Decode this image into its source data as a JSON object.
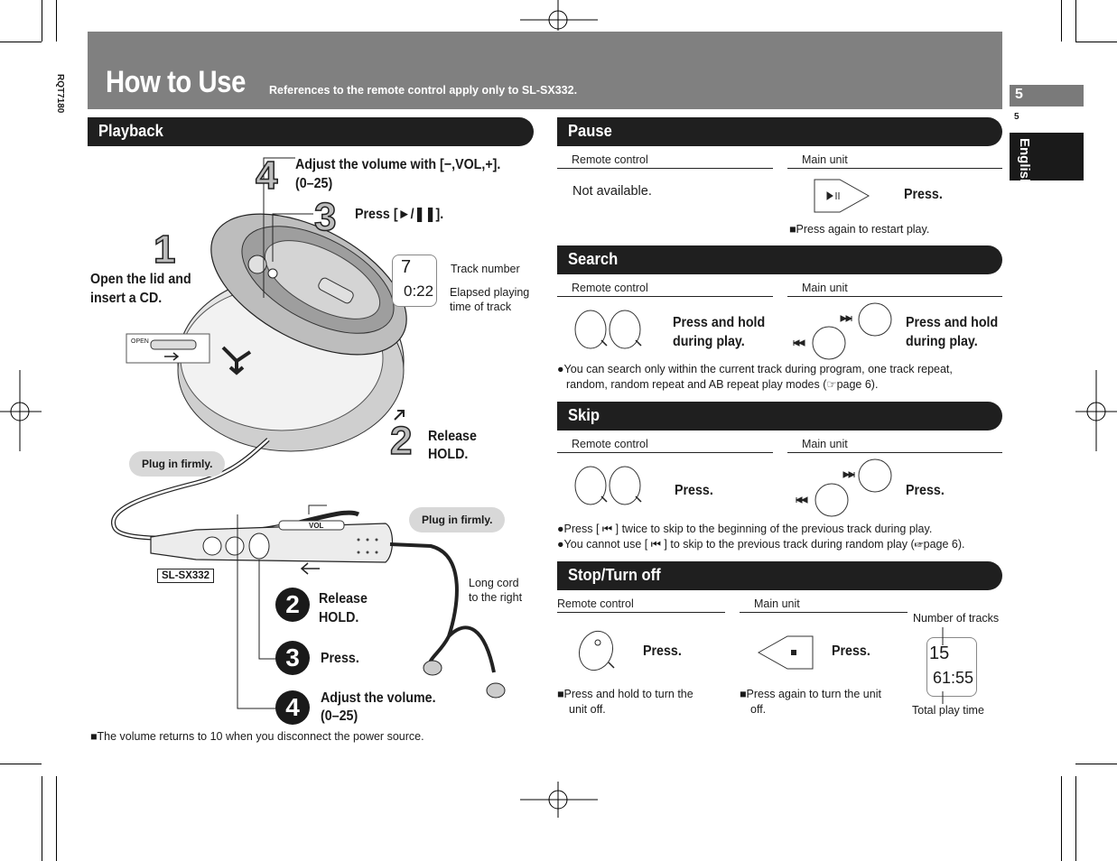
{
  "header": {
    "title": "How to Use",
    "subtitle": "References to the remote control apply only to SL-SX332.",
    "doc_id": "RQT7180"
  },
  "side": {
    "page_number": "5",
    "page_number_small": "5",
    "language": "English"
  },
  "playback": {
    "heading": "Playback",
    "step1_num": "1",
    "step1_text_l1": "Open the lid and",
    "step1_text_l2": "insert a CD.",
    "step2_num": "2",
    "step2_text_l1": "Release",
    "step2_text_l2": "HOLD.",
    "step3_num": "3",
    "step3_text": "Press [►/❚❚].",
    "step4_num": "4",
    "step4_text_l1": "Adjust the volume with [−,VOL,+].",
    "step4_text_l2": "(0–25)",
    "lcd_track": "7",
    "lcd_time": "0:22",
    "track_number_label": "Track number",
    "elapsed_label_l1": "Elapsed playing",
    "elapsed_label_l2": "time of track",
    "open_label": "OPEN",
    "plug_firmly_1": "Plug in firmly.",
    "plug_firmly_2": "Plug in firmly.",
    "vol_label": "VOL",
    "model_label": "SL-SX332",
    "cord_label_l1": "Long cord",
    "cord_label_l2": "to the right",
    "r_step2_num": "2",
    "r_step2_l1": "Release",
    "r_step2_l2": "HOLD.",
    "r_step3_num": "3",
    "r_step3_text": "Press.",
    "r_step4_num": "4",
    "r_step4_l1": "Adjust the volume.",
    "r_step4_l2": "(0–25)",
    "footnote": "■The volume returns to 10 when you disconnect the power source."
  },
  "pause": {
    "heading": "Pause",
    "remote_label": "Remote control",
    "main_label": "Main unit",
    "remote_text": "Not available.",
    "main_text": "Press.",
    "note": "■Press again to restart play."
  },
  "search": {
    "heading": "Search",
    "remote_label": "Remote control",
    "main_label": "Main unit",
    "remote_text_l1": "Press and hold",
    "remote_text_l2": "during play.",
    "main_text_l1": "Press and hold",
    "main_text_l2": "during play.",
    "note_l1": "●You can search only within the current track during program, one track repeat,",
    "note_l2": "random, random repeat and AB repeat play modes (☞page 6)."
  },
  "skip": {
    "heading": "Skip",
    "remote_label": "Remote control",
    "main_label": "Main unit",
    "remote_text": "Press.",
    "main_text": "Press.",
    "note_l1": "●Press [ ⏮ ] twice to skip to the beginning of the previous track during play.",
    "note_l2": "●You cannot use [ ⏮ ] to skip to the previous track during random play (☞page 6)."
  },
  "stop": {
    "heading": "Stop/Turn off",
    "remote_label": "Remote control",
    "main_label": "Main unit",
    "remote_text": "Press.",
    "main_text": "Press.",
    "remote_note_l1": "■Press and hold to turn the",
    "remote_note_l2": "unit off.",
    "main_note_l1": "■Press again to turn the unit",
    "main_note_l2": "off.",
    "tracks_label": "Number of tracks",
    "lcd_tracks": "15",
    "lcd_total": "61:55",
    "total_label": "Total play time"
  }
}
